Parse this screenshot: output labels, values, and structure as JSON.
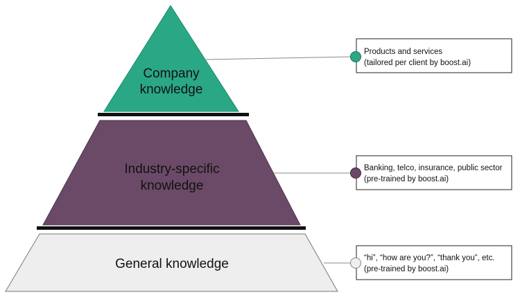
{
  "tiers": {
    "company": {
      "label_line1": "Company",
      "label_line2": "knowledge",
      "fill": "#2aa886"
    },
    "industry": {
      "label_line1": "Industry-specific",
      "label_line2": "knowledge",
      "fill": "#6b4a67"
    },
    "general": {
      "label_line1": "General knowledge",
      "fill": "#eeeeee"
    }
  },
  "callouts": {
    "company": {
      "line1": "Products and services",
      "line2": "(tailored per client by boost.ai)"
    },
    "industry": {
      "line1": "Banking, telco, insurance, public sector",
      "line2": "(pre-trained by boost.ai)"
    },
    "general": {
      "line1": "“hi”, “how are you?”, “thank you”, etc.",
      "line2": "(pre-trained by boost.ai)"
    }
  },
  "colors": {
    "divider": "#111111",
    "connector": "#888888",
    "box_border": "#222222"
  }
}
